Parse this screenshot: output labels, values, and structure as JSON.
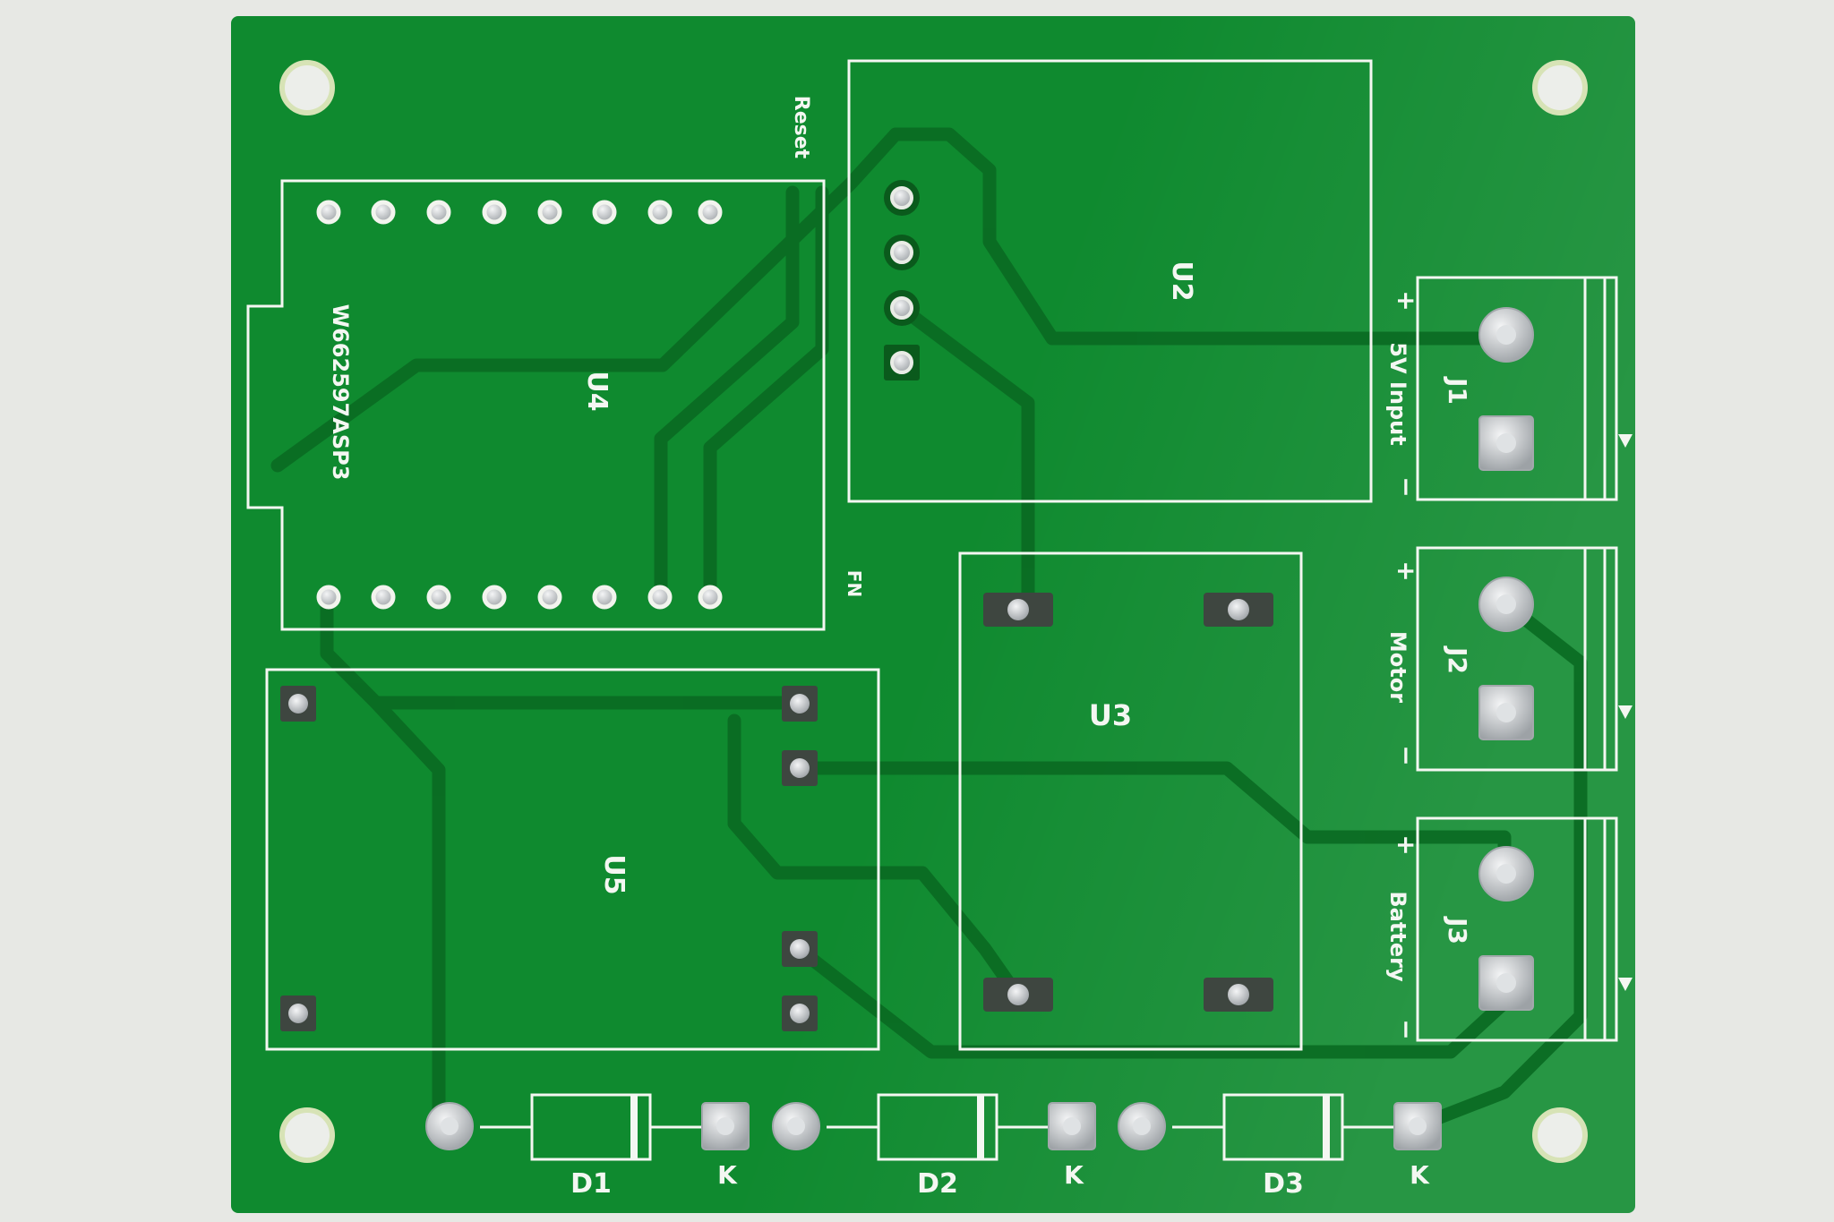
{
  "board": {
    "colors": {
      "background": "#e7e8e4",
      "solder_mask": "#0f8a2f",
      "trace": "#0a6a22",
      "silkscreen": "#f4f7f2",
      "pad": "#c9cdd0",
      "hole": "#eceeea"
    },
    "labels": {
      "u2": "U2",
      "u3": "U3",
      "u4": "U4",
      "u5": "U5",
      "j1": "J1",
      "j2": "J2",
      "j3": "J3",
      "d1": "D1",
      "d2": "D2",
      "d3": "D3",
      "u4_part": "W662597ASP3",
      "reset": "Reset",
      "fn": "FN",
      "j1_desc": "5V Input",
      "j2_desc": "Motor",
      "j3_desc": "Battery",
      "plus": "+",
      "minus": "−",
      "cathode": "K"
    }
  }
}
